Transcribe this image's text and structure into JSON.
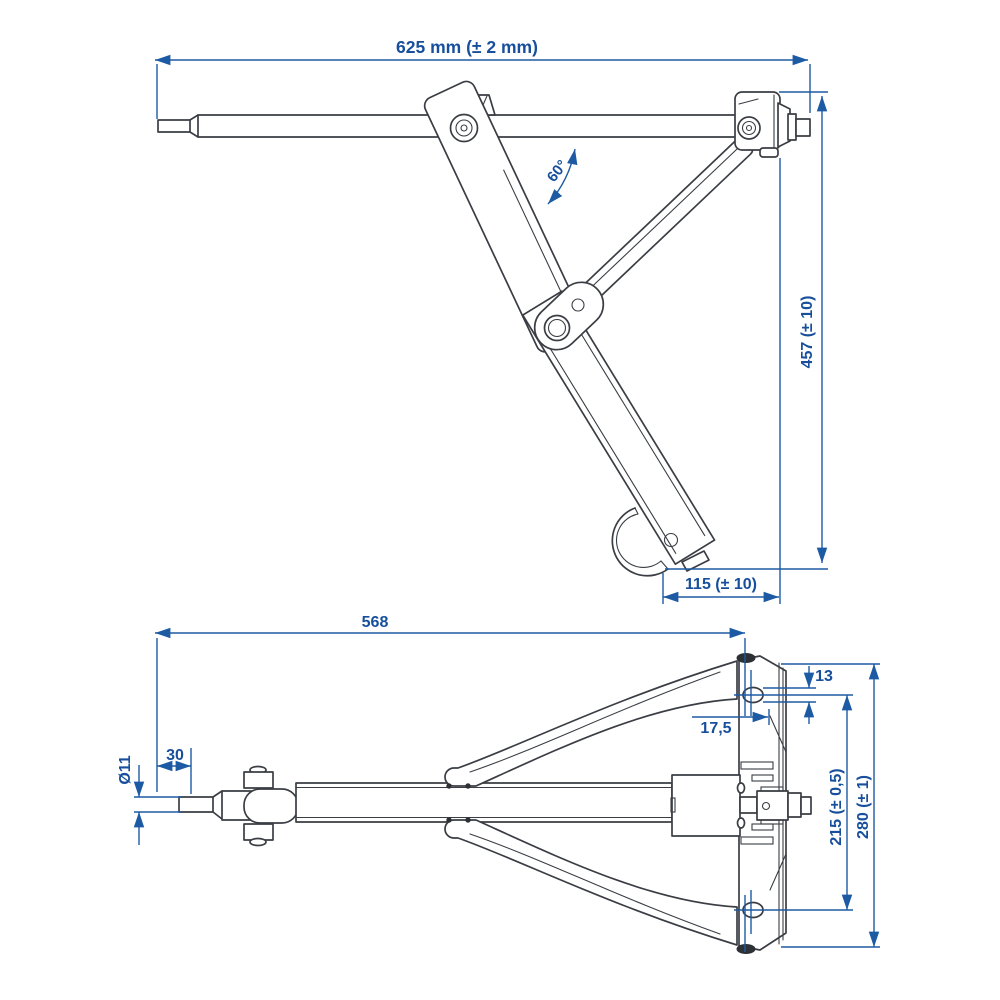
{
  "colors": {
    "drawing_line": "#3a3e44",
    "dimension_accent": "#1d5aa4",
    "background": "#ffffff"
  },
  "side_view": {
    "dim_length": "625 mm (± 2 mm)",
    "dim_angle": "60°",
    "dim_height": "457 (± 10)",
    "dim_foot": "115 (± 10)"
  },
  "plan_view": {
    "dim_length": "568",
    "dim_hole": "13",
    "dim_hole_offset": "17,5",
    "dim_rod": "Ø11",
    "dim_tip": "30",
    "dim_hole_spacing": "215 (± 0,5)",
    "dim_overall": "280 (± 1)"
  }
}
